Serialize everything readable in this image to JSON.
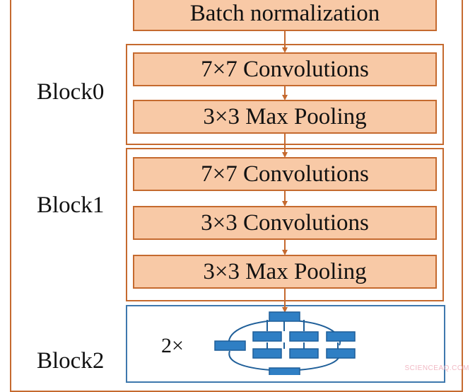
{
  "ops": {
    "batch_norm": "Batch normalization",
    "b0_conv": "7×7 Convolutions",
    "b0_pool": "3×3 Max Pooling",
    "b1_conv7": "7×7 Convolutions",
    "b1_conv3": "3×3 Convolutions",
    "b1_pool": "3×3 Max Pooling"
  },
  "blocks": {
    "block0": "Block0",
    "block1": "Block1",
    "block2": "Block2"
  },
  "block2": {
    "repeat": "2×"
  },
  "watermark": "SCIENCEAQ.COM",
  "colors": {
    "op_fill": "#f8c9a6",
    "op_border": "#c56a2f",
    "block2_border": "#3e78ad",
    "mini_fill": "#2f7fc4"
  }
}
